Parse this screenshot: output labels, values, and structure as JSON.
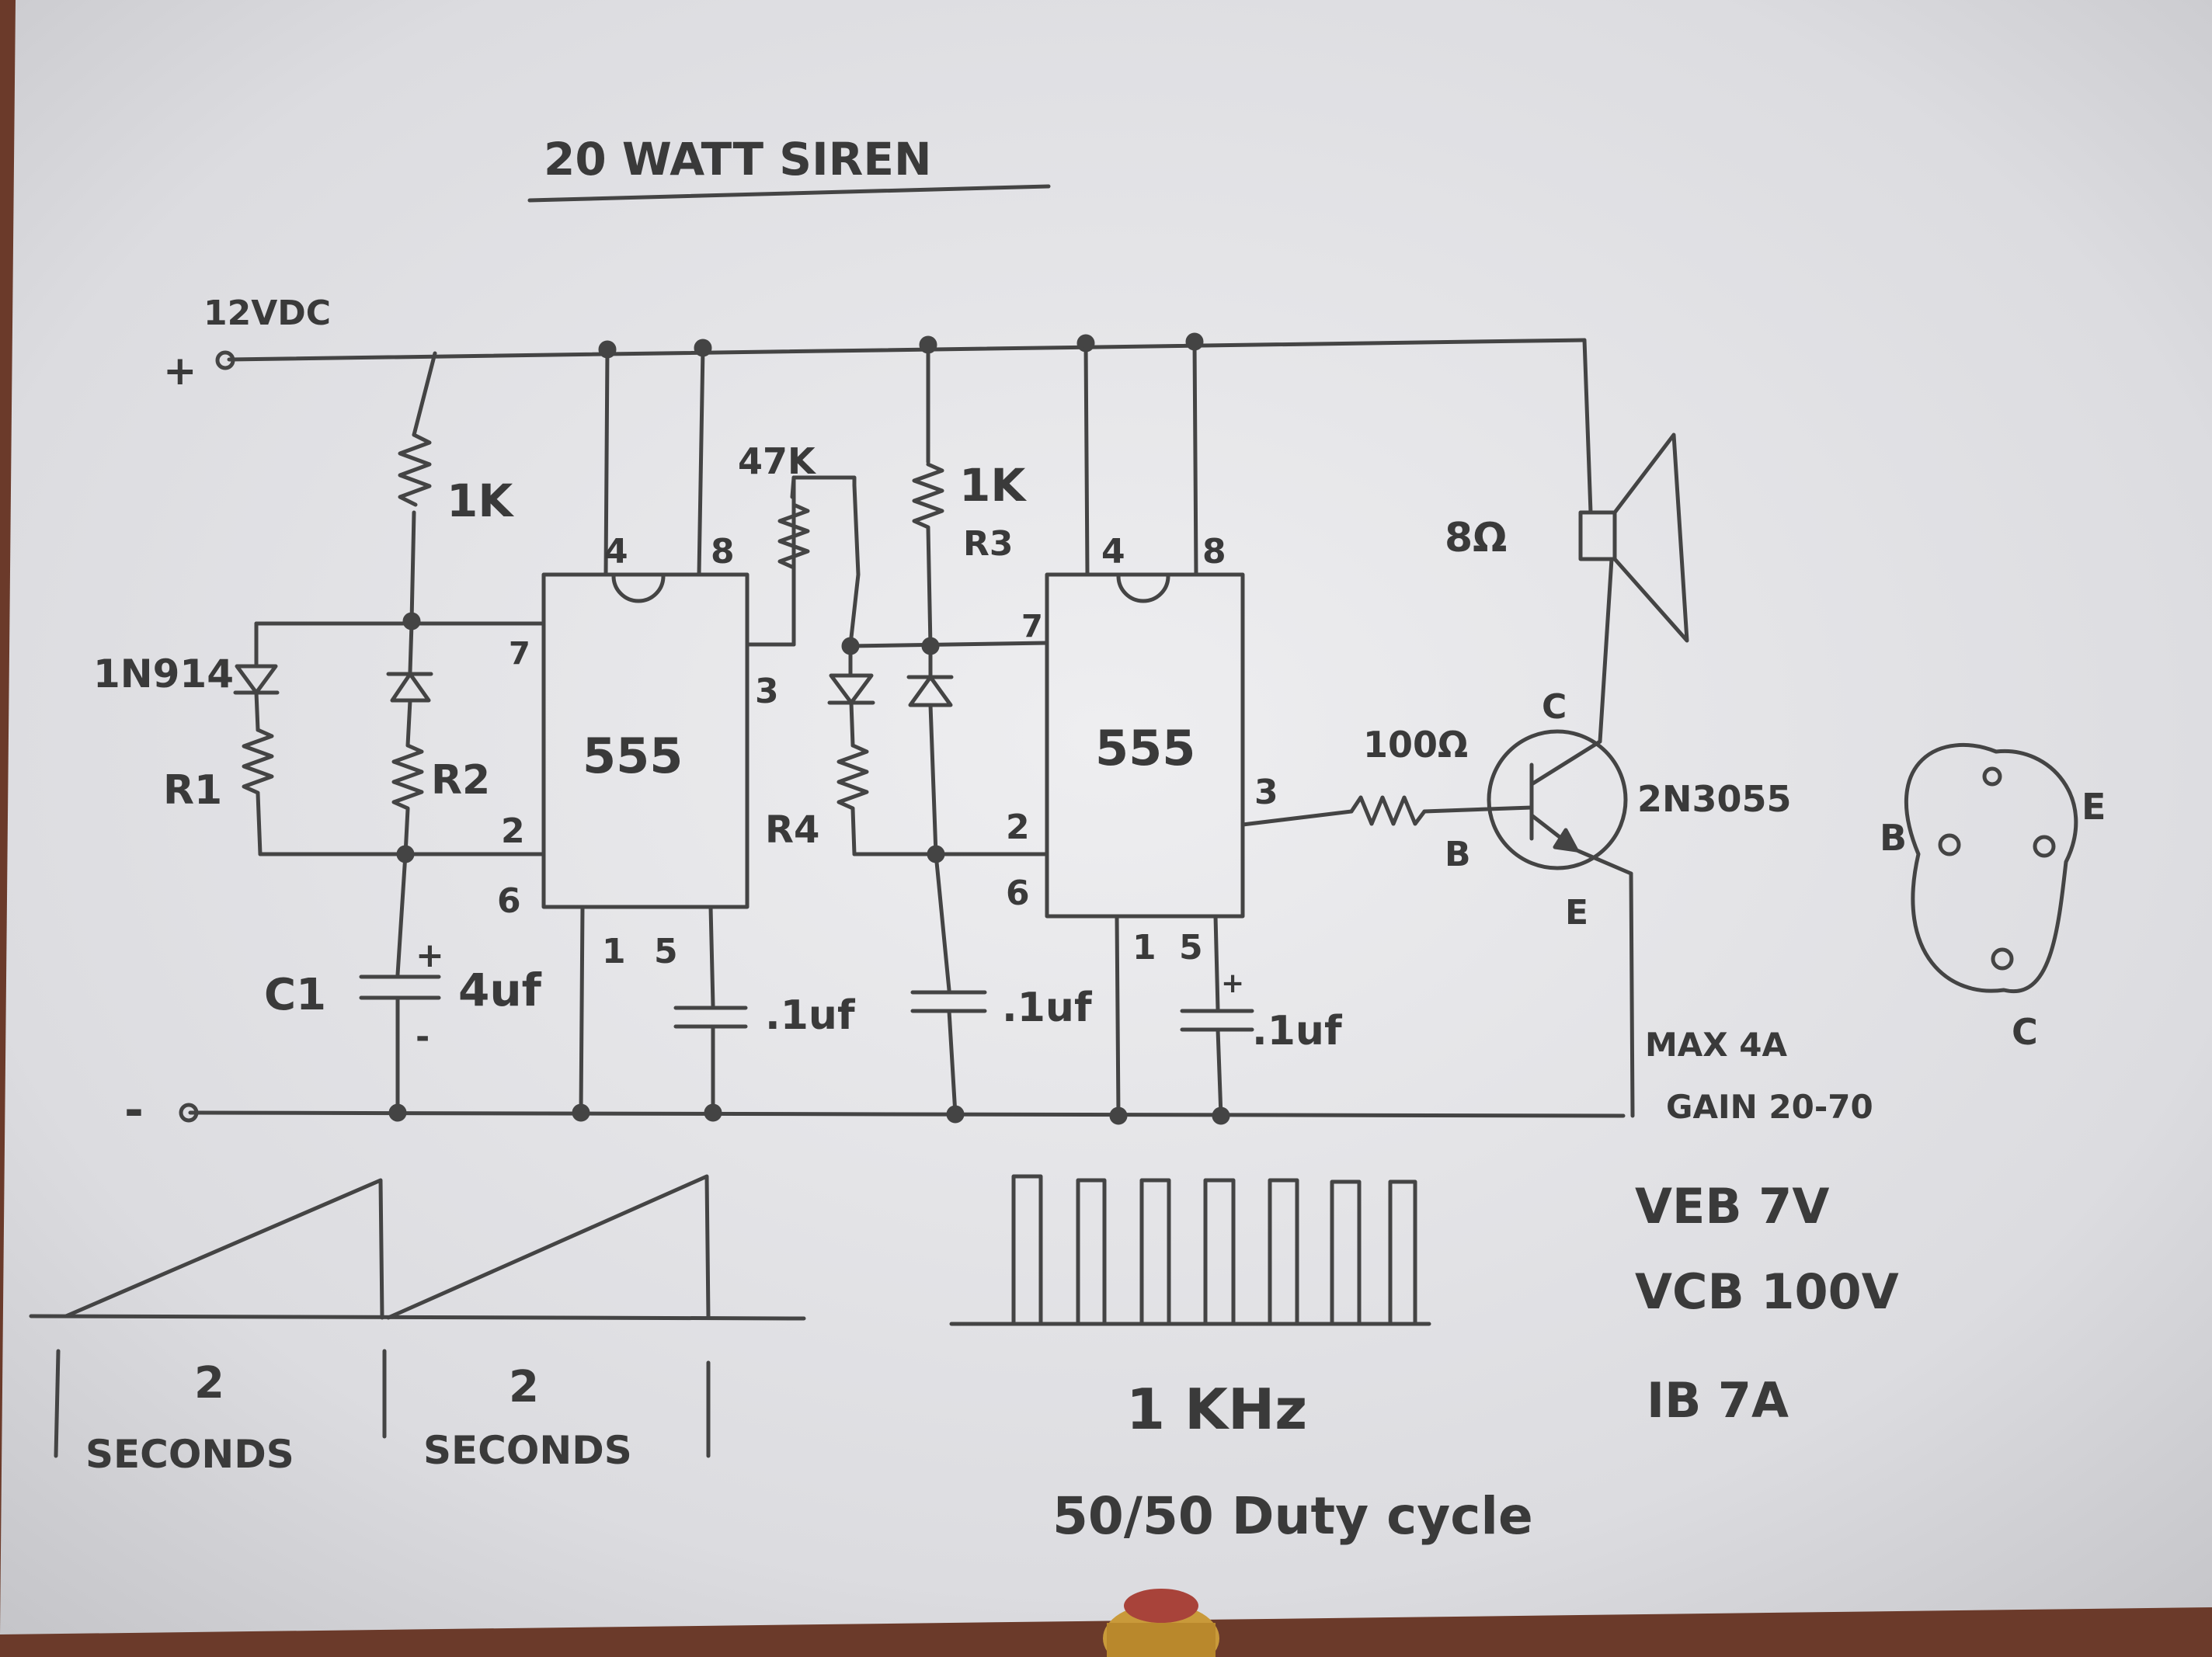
{
  "title": "20 WATT SIREN",
  "supply": {
    "voltage": "12VDC",
    "plus": "+",
    "minus": "-"
  },
  "components": {
    "r1_value": "1K",
    "r1_label": "R1",
    "diode1": "1N914",
    "r2_label": "R2",
    "c1_label": "C1",
    "c1_value": "4uf",
    "c1_plus": "+",
    "c1_minus": "-",
    "r4_value": "47K",
    "r4_label": "R4",
    "r3_value": "1K",
    "r3_label": "R3",
    "cap_a": ".1uf",
    "cap_b": ".1uf",
    "cap_c": ".1uf",
    "cap_c_plus": "+",
    "rb_value": "100Ω",
    "speaker": "8Ω",
    "transistor": "2N3055"
  },
  "ic1": {
    "name": "555",
    "pin4": "4",
    "pin8": "8",
    "pin7": "7",
    "pin3": "3",
    "pin2": "2",
    "pin6": "6",
    "pin1": "1",
    "pin5": "5"
  },
  "ic2": {
    "name": "555",
    "pin4": "4",
    "pin8": "8",
    "pin7": "7",
    "pin3": "3",
    "pin2": "2",
    "pin6": "6",
    "pin1": "1",
    "pin5": "5"
  },
  "transistor_pins": {
    "c": "C",
    "b": "B",
    "e": "E"
  },
  "package_pins": {
    "b": "B",
    "e": "E",
    "c": "C"
  },
  "specs": {
    "max": "MAX 4A",
    "gain": "GAIN 20-70",
    "veb": "VEB 7V",
    "vcb": "VCB 100V",
    "ib": "IB 7A"
  },
  "waveforms": {
    "ramp_period_1": "2",
    "ramp_unit_1": "SECONDS",
    "ramp_period_2": "2",
    "ramp_unit_2": "SECONDS",
    "square_freq": "1 KHz",
    "square_duty": "50/50 Duty cycle"
  }
}
